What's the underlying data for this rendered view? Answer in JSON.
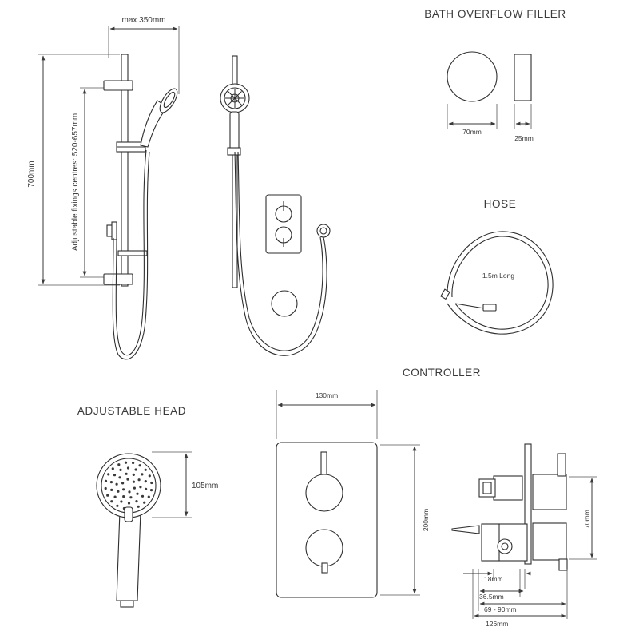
{
  "sections": {
    "bath_overflow_filler": "BATH OVERFLOW FILLER",
    "hose": "HOSE",
    "controller": "CONTROLLER",
    "adjustable_head": "ADJUSTABLE HEAD"
  },
  "dimensions": {
    "rail_max_width": "max 350mm",
    "rail_height": "700mm",
    "fixing_centres": "Adjustable fixings centres: 520-657mm",
    "filler_diameter": "70mm",
    "filler_depth": "25mm",
    "hose_length": "1.5m Long",
    "controller_width": "130mm",
    "controller_height": "200mm",
    "head_diameter": "105mm",
    "valve_height": "70mm",
    "valve_18": "18mm",
    "valve_36_5": "36.5mm",
    "valve_69_90": "69 - 90mm",
    "valve_126": "126mm"
  }
}
